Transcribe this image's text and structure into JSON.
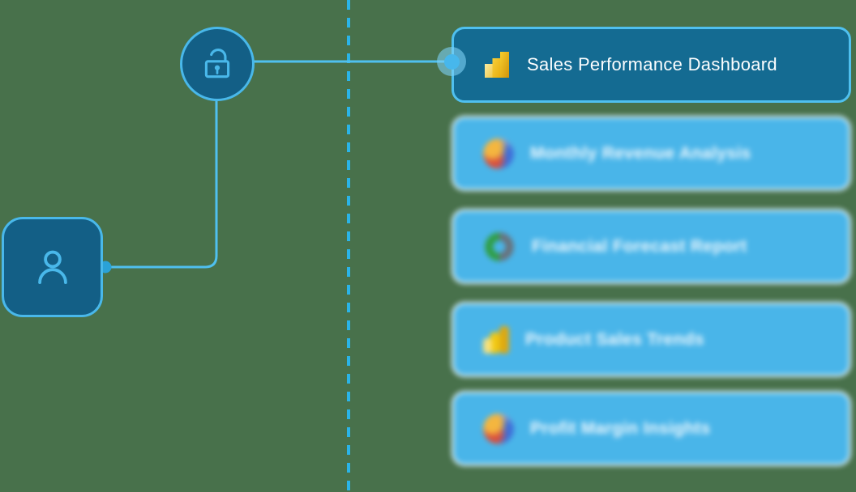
{
  "colors": {
    "background": "#48714b",
    "accent_blue": "#49b8ea",
    "node_fill": "#135f86",
    "active_card_fill": "#146b92",
    "locked_card_fill": "#49b5e9",
    "divider_blue": "#2ab4e8",
    "powerbi_gold": "#f2c811",
    "label_white": "#fcfeff"
  },
  "nodes": {
    "user": {
      "icon": "person-icon"
    },
    "lock": {
      "icon": "unlock-icon"
    }
  },
  "reports": {
    "active": {
      "label": "Sales Performance Dashboard",
      "icon": "power-bi-icon"
    },
    "locked": [
      {
        "label": "Monthly Revenue Analysis",
        "icon": "pie-chart-multicolor-icon"
      },
      {
        "label": "Financial Forecast Report",
        "icon": "donut-green-icon"
      },
      {
        "label": "Product Sales Trends",
        "icon": "bar-chart-gold-icon"
      },
      {
        "label": "Profit Margin Insights",
        "icon": "pie-chart-multicolor-icon"
      }
    ]
  }
}
